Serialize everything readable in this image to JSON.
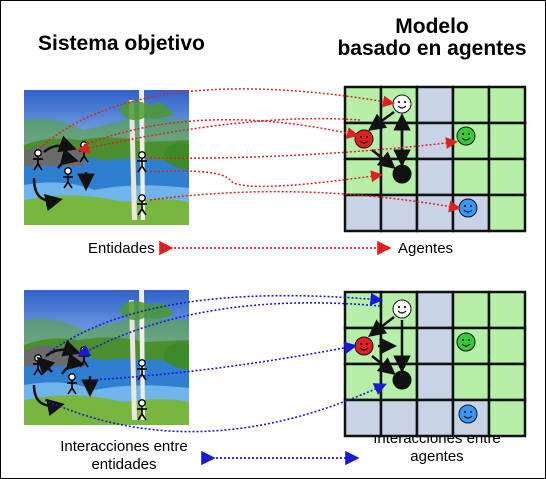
{
  "titles": {
    "left": "Sistema objetivo",
    "right_line1": "Modelo",
    "right_line2": "basado en agentes"
  },
  "top_row": {
    "left_label": "Entidades",
    "right_label": "Agentes",
    "connector_color": "#e02020"
  },
  "bottom_row": {
    "left_label_line1": "Interacciones entre",
    "left_label_line2": "entidades",
    "right_label_line1": "Interacciones entre",
    "right_label_line2": "agentes",
    "connector_color": "#1a1ad0"
  },
  "grid": {
    "green": "#b6f0a8",
    "blue_cell": "#c8d4e6",
    "line": "#111111"
  },
  "agents": {
    "white": "#ffffff",
    "red": "#e02020",
    "green": "#33cc33",
    "black": "#111111",
    "blue": "#3399ff"
  }
}
